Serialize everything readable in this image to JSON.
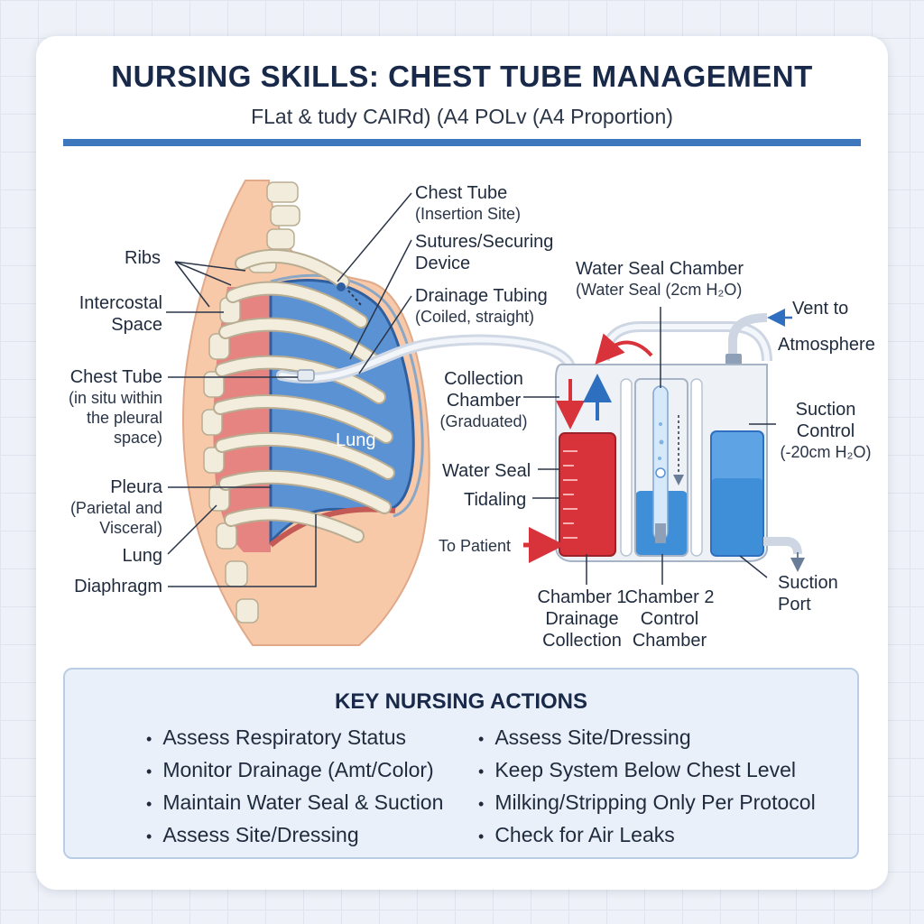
{
  "header": {
    "title": "NURSING SKILLS: CHEST TUBE MANAGEMENT",
    "subtitle": "FLat & tudy CAIRd) (A4 POLv (A4 Proportion)"
  },
  "anatomy_labels": {
    "ribs": "Ribs",
    "intercostal_1": "Intercostal",
    "intercostal_2": "Space",
    "chest_tube_situ": "Chest Tube",
    "chest_tube_situ_sub1": "(in situ within",
    "chest_tube_situ_sub2": "the pleural",
    "chest_tube_situ_sub3": "space)",
    "pleura": "Pleura",
    "pleura_sub1": "(Parietal and",
    "pleura_sub2": "Visceral)",
    "lung_left": "Lung",
    "diaphragm": "Diaphragm",
    "lung_inside": "Lung"
  },
  "tube_labels": {
    "chest_tube": "Chest Tube",
    "chest_tube_sub": "(Insertion Site)",
    "sutures_1": "Sutures/Securing",
    "sutures_2": "Device",
    "drainage_tubing": "Drainage Tubing",
    "drainage_tubing_sub": "(Coiled, straight)"
  },
  "system_labels": {
    "water_seal_chamber": "Water Seal Chamber",
    "water_seal_chamber_sub": "(Water Seal (2cm H₂O)",
    "vent_1": "Vent to",
    "vent_2": "Atmosphere",
    "collection_1": "Collection",
    "collection_2": "Chamber",
    "collection_sub": "(Graduated)",
    "suction_control_1": "Suction",
    "suction_control_2": "Control",
    "suction_control_sub": "(-20cm H₂O)",
    "water_seal": "Water Seal",
    "tidaling": "Tidaling",
    "to_patient": "To Patient",
    "suction_port_1": "Suction",
    "suction_port_2": "Port",
    "chamber1_a": "Chamber 1",
    "chamber1_b": "Drainage",
    "chamber1_c": "Collection",
    "chamber2_a": "Chamber 2",
    "chamber2_b": "Control",
    "chamber2_c": "Chamber"
  },
  "key_actions": {
    "title": "KEY NURSING ACTIONS",
    "left": [
      "Assess Respiratory Status",
      "Monitor Drainage (Amt/Color)",
      "Maintain Water Seal & Suction",
      "Assess Site/Dressing"
    ],
    "right": [
      "Assess Site/Dressing",
      "Keep System Below Chest Level",
      "Milking/Stripping Only Per Protocol",
      "Check for Air Leaks"
    ]
  },
  "colors": {
    "accent": "#3d78be",
    "blood": "#d8323a",
    "water": "#3f8fd8",
    "skin": "#f7c9a8",
    "lung": "#5b92d4"
  }
}
